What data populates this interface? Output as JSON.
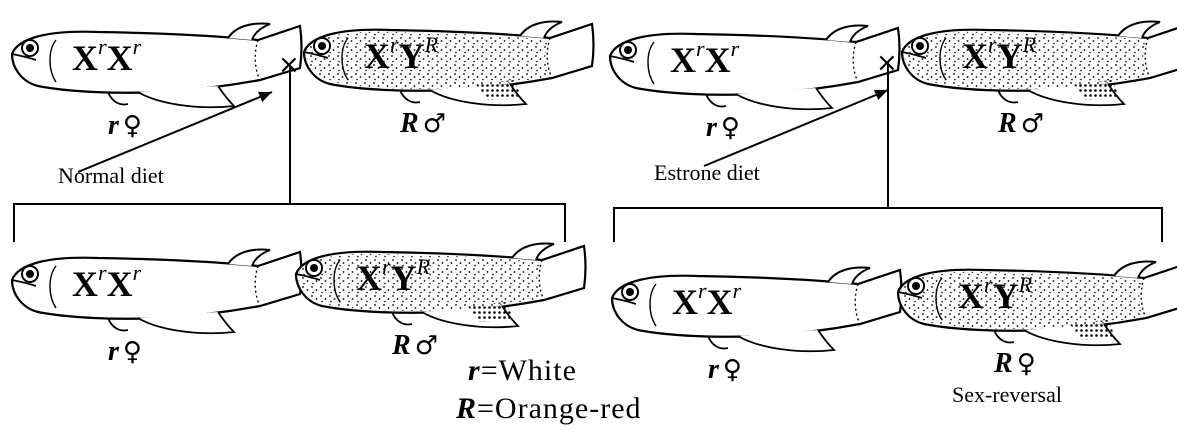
{
  "cross_symbol": "×",
  "panels": [
    {
      "diet_label": "Normal diet",
      "parents": [
        {
          "genotype": {
            "a": "X",
            "a_sup": "r",
            "b": "X",
            "b_sup": "r"
          },
          "phenotype": "r",
          "sex": "♀",
          "dotted": false
        },
        {
          "genotype": {
            "a": "X",
            "a_sup": "r",
            "b": "Y",
            "b_sup": "R"
          },
          "phenotype": "R",
          "sex": "♂",
          "dotted": true
        }
      ],
      "offspring": [
        {
          "genotype": {
            "a": "X",
            "a_sup": "r",
            "b": "X",
            "b_sup": "r"
          },
          "phenotype": "r",
          "sex": "♀",
          "dotted": false
        },
        {
          "genotype": {
            "a": "X",
            "a_sup": "r",
            "b": "Y",
            "b_sup": "R"
          },
          "phenotype": "R",
          "sex": "♂",
          "dotted": true
        }
      ]
    },
    {
      "diet_label": "Estrone diet",
      "parents": [
        {
          "genotype": {
            "a": "X",
            "a_sup": "r",
            "b": "X",
            "b_sup": "r"
          },
          "phenotype": "r",
          "sex": "♀",
          "dotted": false
        },
        {
          "genotype": {
            "a": "X",
            "a_sup": "r",
            "b": "Y",
            "b_sup": "R"
          },
          "phenotype": "R",
          "sex": "♂",
          "dotted": true
        }
      ],
      "offspring": [
        {
          "genotype": {
            "a": "X",
            "a_sup": "r",
            "b": "X",
            "b_sup": "r"
          },
          "phenotype": "r",
          "sex": "♀",
          "dotted": false
        },
        {
          "genotype": {
            "a": "X",
            "a_sup": "r",
            "b": "Y",
            "b_sup": "R"
          },
          "phenotype": "R",
          "sex": "♀",
          "dotted": true,
          "note": "Sex-reversal"
        }
      ]
    }
  ],
  "legend": [
    {
      "key": "r",
      "text": "=White"
    },
    {
      "key": "R",
      "text": "=Orange-red"
    }
  ]
}
